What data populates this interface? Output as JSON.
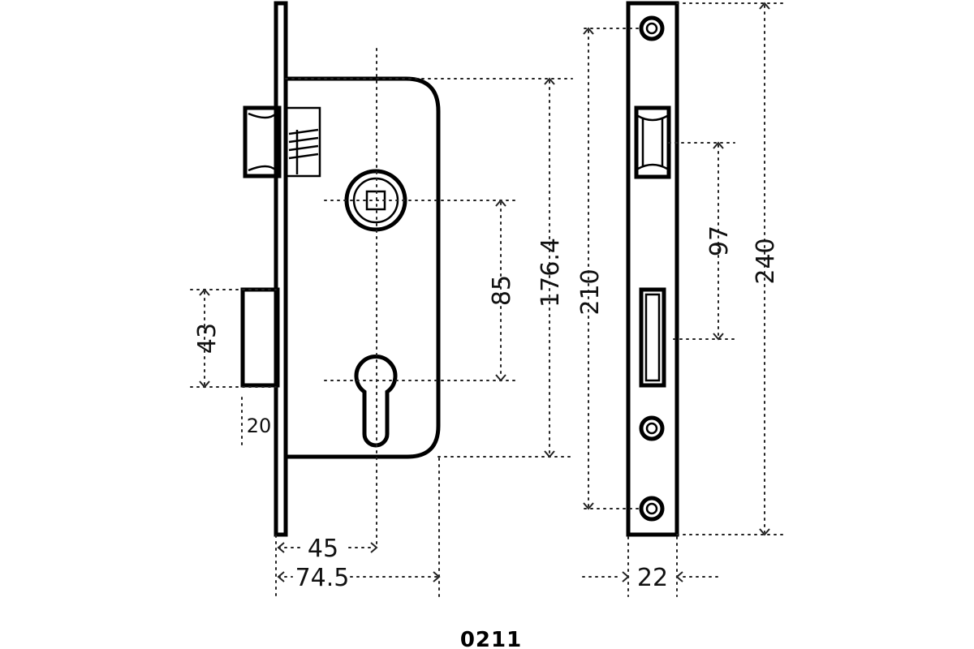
{
  "drawing": {
    "model_code": "0211",
    "dimensions": {
      "backset": "45",
      "case_depth": "74.5",
      "faceplate_width": "22",
      "latch_to_bolt": "43",
      "bolt_projection": "20",
      "center_distance": "85",
      "case_height": "176.4",
      "screw_spacing": "210",
      "faceplate_height": "240",
      "faceplate_cutout_spacing": "97"
    }
  }
}
